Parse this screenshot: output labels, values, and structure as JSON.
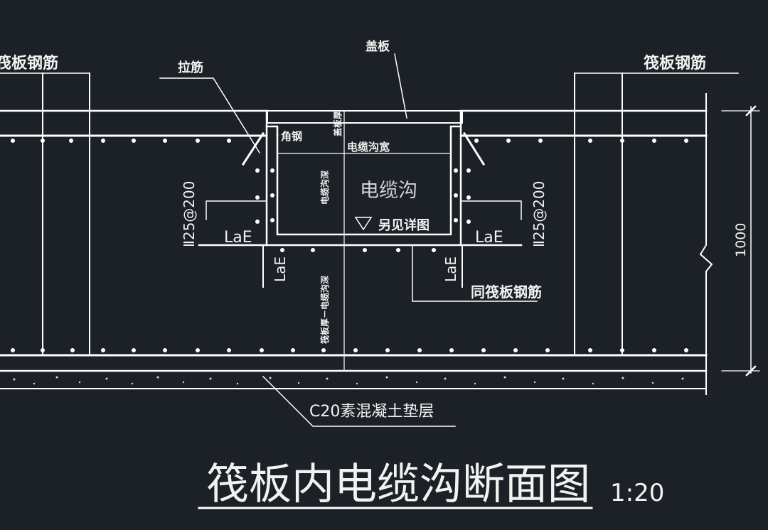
{
  "drawing": {
    "title": "筏板内电缆沟断面图",
    "scale": "1:20",
    "dimension": "1000",
    "labels": {
      "raft_rebar_left": "筏板钢筋",
      "raft_rebar_right": "筏板钢筋",
      "tie_bar": "拉筋",
      "cover_plate": "盖板",
      "angle_steel": "角钢",
      "cover_depth": "盖板厚",
      "trench_width": "电缆沟宽",
      "trench_depth": "电缆沟深",
      "trench_name": "电缆沟",
      "see_detail": "另见详图",
      "rebar_spec_left": "Ⅱ25@200",
      "rebar_spec_right": "Ⅱ25@200",
      "lae": "LaE",
      "same_as_raft": "同筏板钢筋",
      "raft_minus_trench": "筏板厚－电缆沟深",
      "cushion": "C20素混凝土垫层"
    },
    "colors": {
      "background": "#1b2126",
      "lines": "#ffffff"
    }
  }
}
